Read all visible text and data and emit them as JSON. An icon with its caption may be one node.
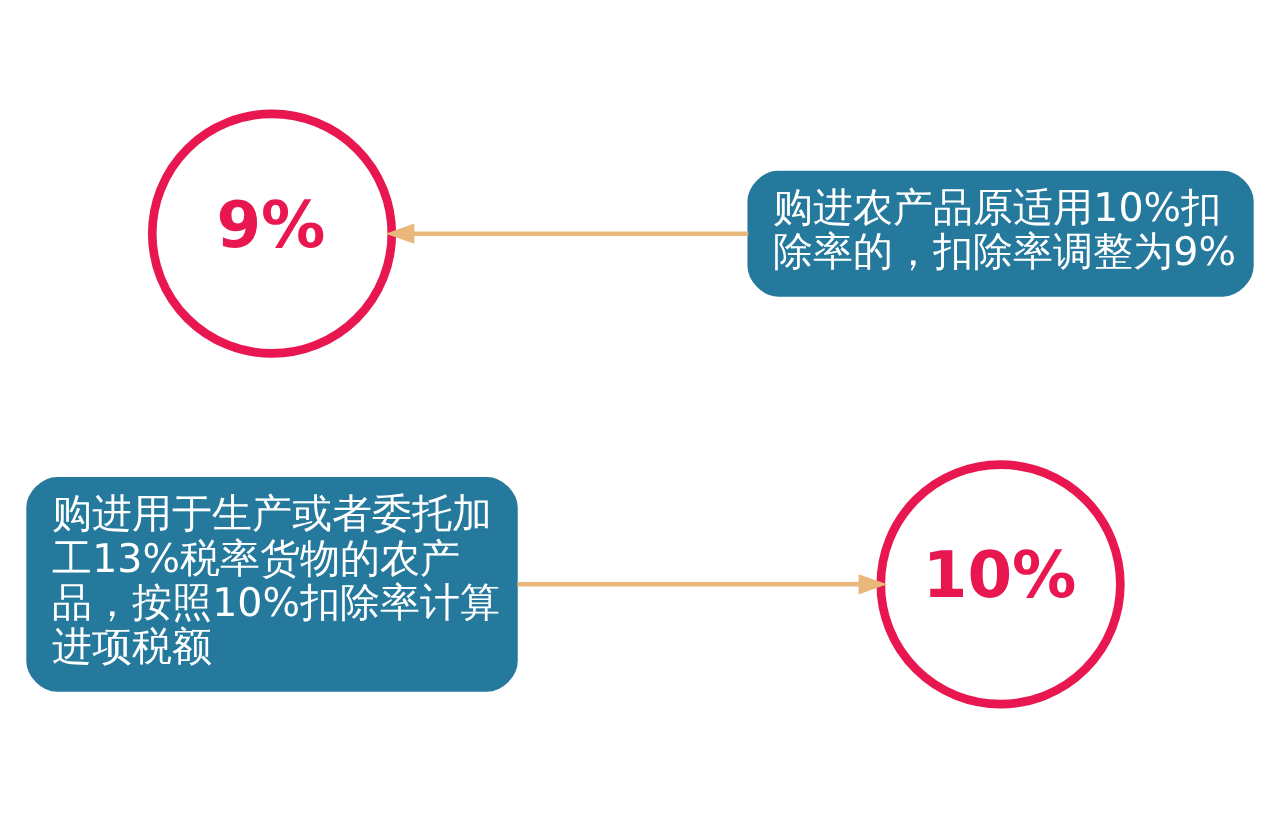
{
  "diagram": {
    "nodes": [
      {
        "text": [
          "9%"
        ]
      },
      {
        "text": [
          "购进农产品原适用10%扣除率的，扣除率调整为9%"
        ]
      },
      {
        "text": [
          "10%"
        ]
      },
      {
        "text": [
          "购进用于生产或者委托加工13%税率货物的农产品，按照10%扣除率计算进项税额"
        ]
      }
    ],
    "edges": [
      {
        "from": 1,
        "to": 0,
        "arrow": "to"
      },
      {
        "from": 3,
        "to": 2,
        "arrow": "to"
      }
    ]
  }
}
